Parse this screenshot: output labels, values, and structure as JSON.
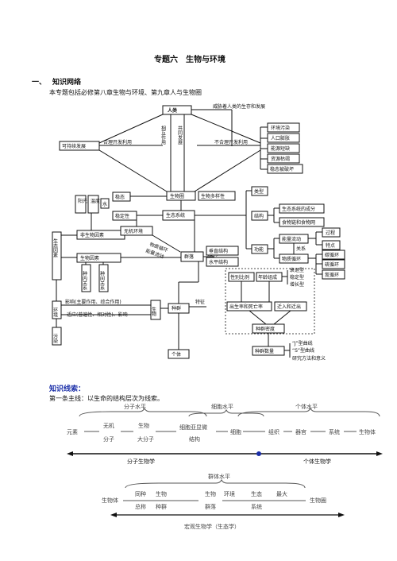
{
  "title": "专题六　生物与环境",
  "section1": {
    "num": "一、",
    "heading": "知识网络"
  },
  "intro": "本专题包括必修第八章生物与环境、第九章人与生物圈",
  "map": {
    "human": "人类",
    "threat": "威胁着人类的生存和发展",
    "sustainable": "可持续发展",
    "rational_use": "合理开发利用",
    "irrational_use": "不合理开发利用",
    "interact": "相互作用",
    "codevelop": "共同发展",
    "env_pollution": "环境污染",
    "pop_expansion": "人口膨胀",
    "energy_short": "能源短缺",
    "resource_exhaust": "资源枯竭",
    "eco_damage": "稳态被破坏",
    "sunlight": "阳光",
    "temperature": "温度",
    "water": "水",
    "steady": "稳态",
    "stability": "稳定性",
    "biosphere": "生物圈",
    "biodiversity": "生物多样性",
    "ecosystem": "生态系统",
    "type": "类型",
    "structure": "结构",
    "eco_components": "生态系统的成分",
    "food_chain": "食物链和食物网",
    "function": "功能",
    "energy_flow": "能量流动",
    "process": "过程",
    "features": "特点",
    "relation": "关系",
    "material_cycle": "物质循环",
    "carbon_cycle": "碳循环",
    "sulfur_cycle": "硫循环",
    "nitrogen_cycle": "氮循环",
    "eco_factors": "生态因素",
    "abiotic_factors": "非生物因素",
    "inorganic_env": "无机环境",
    "matter_cycle_diag": "物质循环",
    "energy_flow_diag": "能量流动",
    "biotic_factors": "生物因素",
    "community": "群落",
    "structure_label": "结构",
    "vertical": "垂直结构",
    "horizontal": "水平结构",
    "intraspecific": "种内关系",
    "interspecific": "种间关系",
    "sex_ratio": "性别比例",
    "age_comp": "年龄组成",
    "declining": "衰退型",
    "stable_type": "稳定型",
    "growing": "增长型",
    "environment": "环境",
    "influence": "影响(主要作用、综合作用)",
    "adapt": "适应(普遍性、相对性)、影响",
    "organism": "生物",
    "population": "种群",
    "feature": "特征",
    "birth_death": "出生率和死亡率",
    "migration": "迁入和迁出",
    "density": "种群密度",
    "pollution": "污染",
    "individual": "个体",
    "pop_number": "种群数量",
    "j_curve": "“J”型曲线",
    "s_curve": "“S”型曲线",
    "methods": "研究方法和意义"
  },
  "clue": {
    "heading": "知识线索：",
    "line1": "第一条主线：以生命的结构层次为线索。"
  },
  "levels1": {
    "molecular_level": "分子水平",
    "cell_level": "细胞水平",
    "individual_level": "个体水平",
    "element": "元素",
    "inorganic": "无机",
    "molecule": "分子",
    "organic": "生物",
    "macromolecule": "大分子",
    "subcellular": "细胞亚显微",
    "structure": "结构",
    "cell": "细胞",
    "tissue": "组织",
    "organ": "器官",
    "system": "系统",
    "organism": "生物体",
    "molecular_biology": "分子生物学",
    "individual_biology": "个体生物学"
  },
  "levels2": {
    "group_level": "群体水平",
    "organism": "生物体",
    "same_species": "同种",
    "total": "总称",
    "bio": "生物",
    "population": "种群",
    "bio2": "生物",
    "environment": "环境",
    "community": "群落",
    "eco": "生态",
    "system": "系统",
    "largest": "最大",
    "biosphere": "生物圈",
    "macro_biology": "宏观生物学（生态学）"
  }
}
